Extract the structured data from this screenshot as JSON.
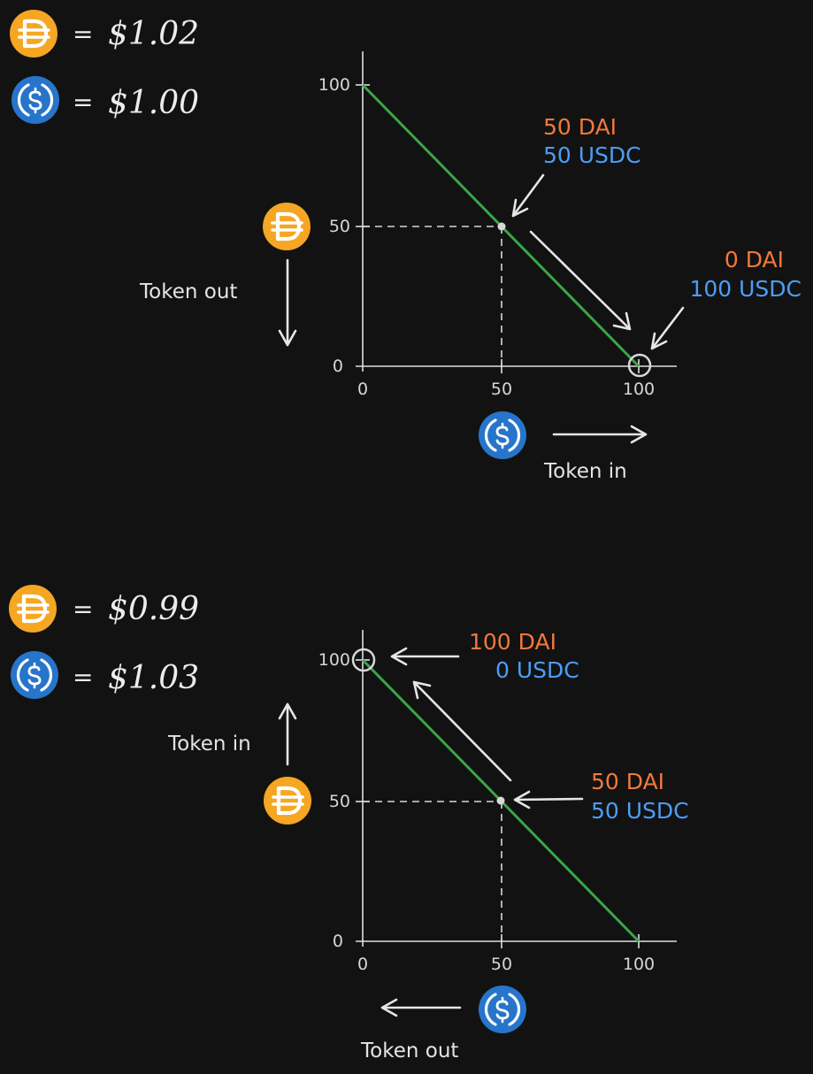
{
  "colors": {
    "background": "#121212",
    "dai_coin": "#f5a623",
    "usdc_coin": "#2775ca",
    "curve": "#3aa548",
    "dai_text": "#f2793a",
    "usdc_text": "#4d9df5",
    "ink": "#e6e6e6"
  },
  "icons": {
    "dai": "dai-coin-icon",
    "usdc": "usdc-coin-icon"
  },
  "top": {
    "prices": {
      "eq": "=",
      "dai": "$1.02",
      "usdc": "$1.00"
    },
    "y_label": "Token out",
    "x_label": "Token in",
    "ticks": {
      "x": [
        "0",
        "50",
        "100"
      ],
      "y": [
        "0",
        "50",
        "100"
      ]
    },
    "point_mid": {
      "dai": "50 DAI",
      "usdc": "50 USDC"
    },
    "point_end": {
      "dai": "0 DAI",
      "usdc": "100 USDC"
    }
  },
  "bottom": {
    "prices": {
      "eq": "=",
      "dai": "$0.99",
      "usdc": "$1.03"
    },
    "y_label": "Token in",
    "x_label": "Token out",
    "ticks": {
      "x": [
        "0",
        "50",
        "100"
      ],
      "y": [
        "0",
        "50",
        "100"
      ]
    },
    "point_mid": {
      "dai": "50 DAI",
      "usdc": "50 USDC"
    },
    "point_end": {
      "dai": "100 DAI",
      "usdc": "0 USDC"
    }
  }
}
